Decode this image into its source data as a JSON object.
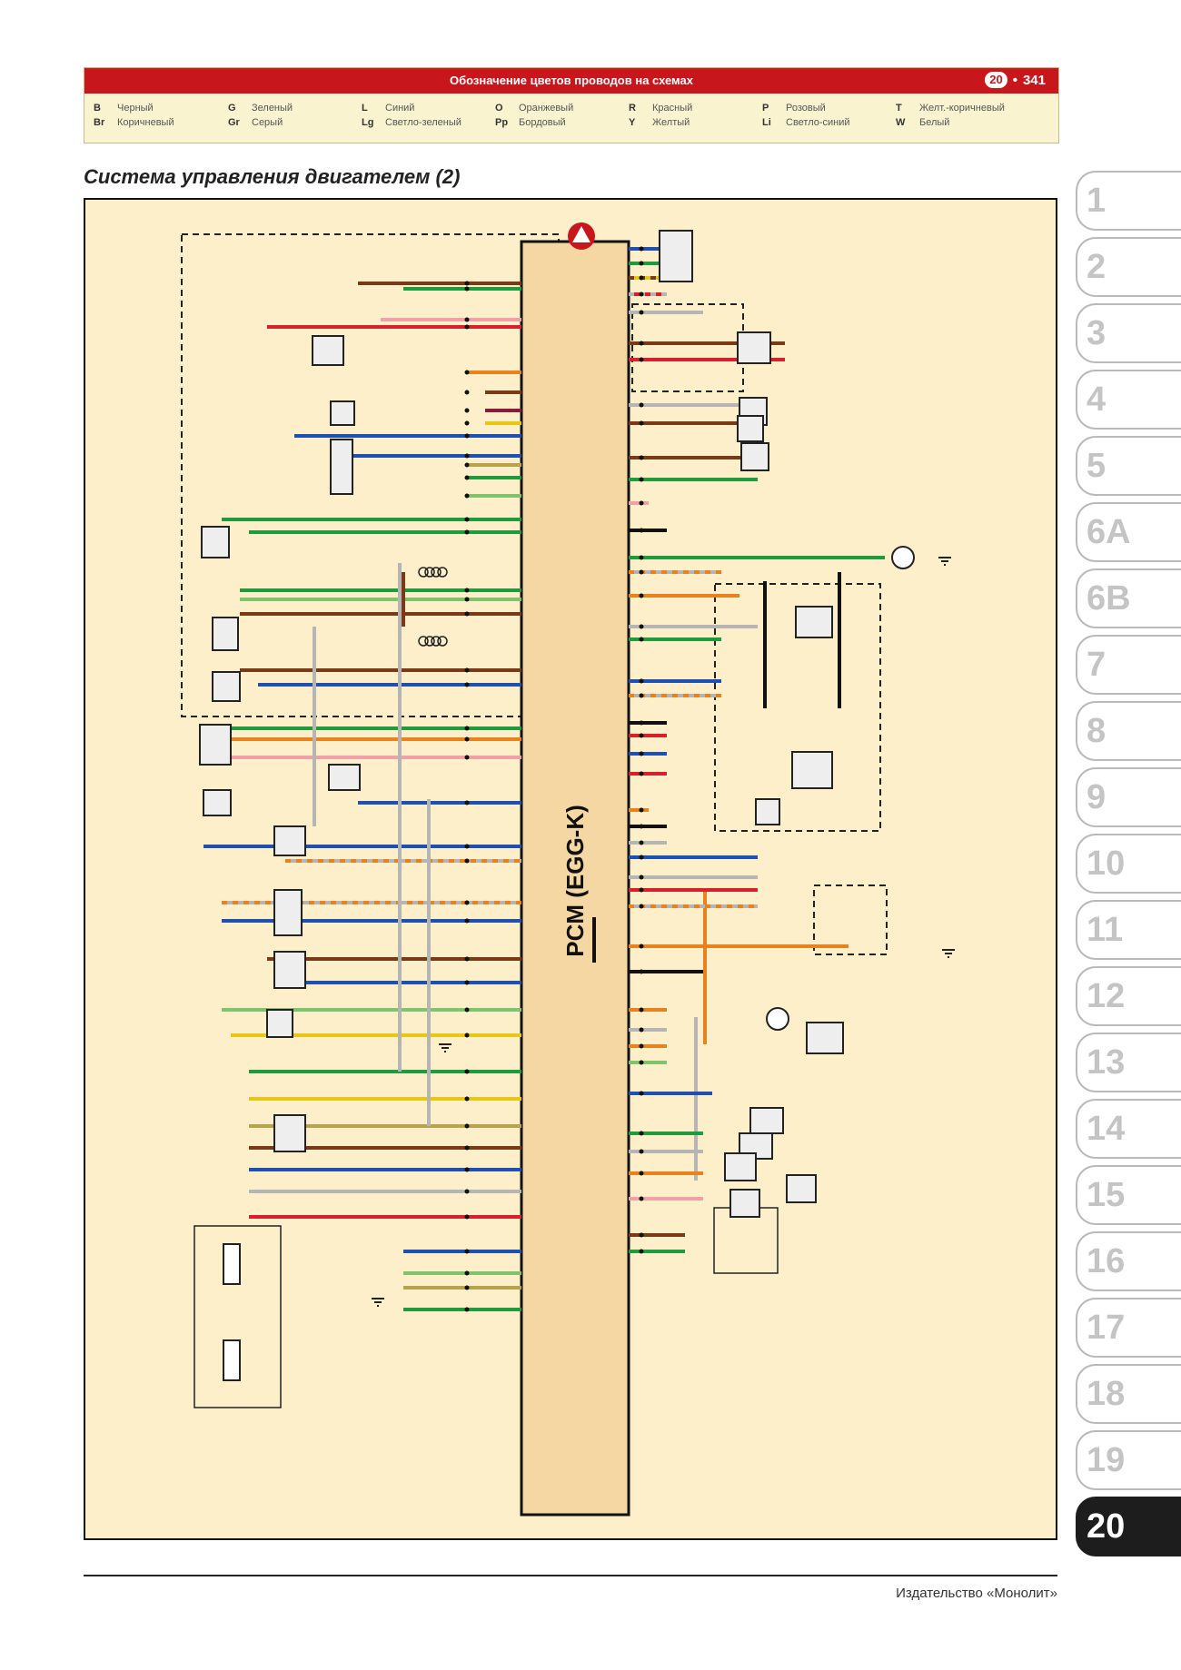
{
  "legend": {
    "title": "Обозначение цветов проводов на схемах",
    "chapter": "20",
    "page": "341",
    "columns": [
      [
        {
          "code": "B",
          "name": "Черный"
        },
        {
          "code": "Br",
          "name": "Коричневый"
        }
      ],
      [
        {
          "code": "G",
          "name": "Зеленый"
        },
        {
          "code": "Gr",
          "name": "Серый"
        }
      ],
      [
        {
          "code": "L",
          "name": "Синий"
        },
        {
          "code": "Lg",
          "name": "Светло-зеленый"
        }
      ],
      [
        {
          "code": "O",
          "name": "Оранжевый"
        },
        {
          "code": "Pp",
          "name": "Бордовый"
        }
      ],
      [
        {
          "code": "R",
          "name": "Красный"
        },
        {
          "code": "Y",
          "name": "Желтый"
        }
      ],
      [
        {
          "code": "P",
          "name": "Розовый"
        },
        {
          "code": "Li",
          "name": "Светло-синий"
        }
      ],
      [
        {
          "code": "T",
          "name": "Желт.-коричневый"
        },
        {
          "code": "W",
          "name": "Белый"
        }
      ]
    ]
  },
  "section_title": "Система управления двигателем (2)",
  "diagram": {
    "module_label": "PCM (EGG-K)"
  },
  "tabs": [
    "1",
    "2",
    "3",
    "4",
    "5",
    "6A",
    "6B",
    "7",
    "8",
    "9",
    "10",
    "11",
    "12",
    "13",
    "14",
    "15",
    "16",
    "17",
    "18",
    "19",
    "20"
  ],
  "active_tab": "20",
  "publisher": "Издательство «Монолит»",
  "wire_colors": {
    "B": "#111111",
    "Br": "#7a3a18",
    "G": "#1f9a3c",
    "Gr": "#b5b5b5",
    "L": "#1f4fb0",
    "Lg": "#7fc36a",
    "O": "#e8821e",
    "Pp": "#8a1a3a",
    "R": "#d8202a",
    "Y": "#e6c814",
    "P": "#f0a0a8",
    "Li": "#5ab4e6",
    "T": "#b8a24a",
    "W": "#ffffff"
  }
}
